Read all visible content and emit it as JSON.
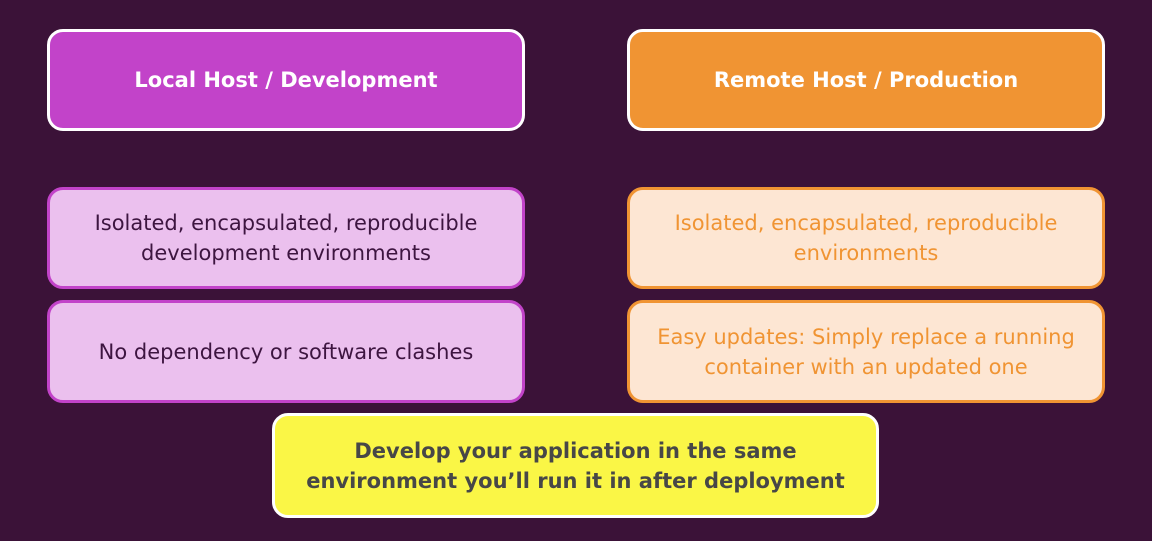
{
  "local": {
    "header": "Local Host / Development",
    "items": [
      "Isolated, encapsulated, reproducible development environments",
      "No dependency or software clashes"
    ]
  },
  "remote": {
    "header": "Remote Host / Production",
    "items": [
      "Isolated, encapsulated, reproducible environments",
      "Easy updates: Simply replace a running container with an updated one"
    ]
  },
  "summary": "Develop your application in the same environment you’ll run it in after deployment",
  "colors": {
    "background": "#3b1238",
    "local_accent": "#c243c9",
    "local_item_bg": "#ebc0ee",
    "remote_accent": "#f09433",
    "remote_item_bg": "#fde6d3",
    "summary_bg": "#faf646"
  }
}
